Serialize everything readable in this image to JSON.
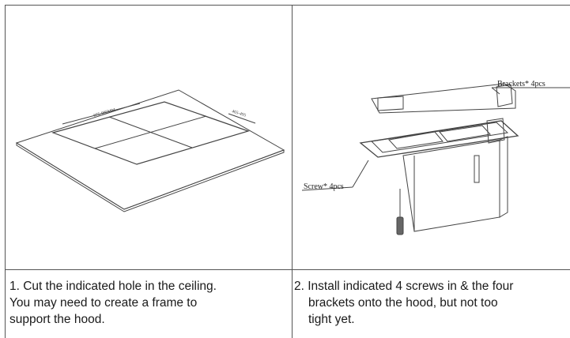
{
  "steps": [
    {
      "lines": [
        "1. Cut the indicated hole in the ceiling.",
        "You may need to create a frame to",
        "support the hood."
      ],
      "figure": {
        "dim_a": "875-995MM",
        "dim_b": "465-495"
      }
    },
    {
      "lines": [
        "2. Install indicated 4 screws in & the four",
        "brackets onto the hood, but not too",
        "tight yet."
      ],
      "figure": {
        "brackets_label": "Brackets* 4pcs",
        "screw_label": "Screw* 4pcs"
      }
    }
  ]
}
